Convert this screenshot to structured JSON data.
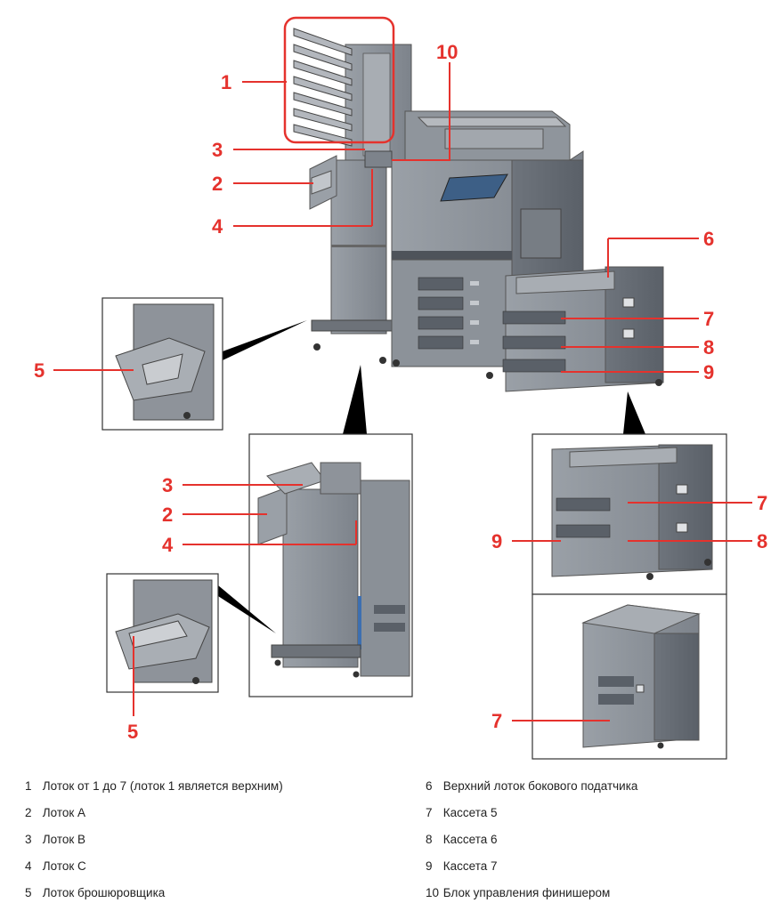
{
  "callouts": {
    "main": [
      "1",
      "2",
      "3",
      "4",
      "10",
      "6",
      "7",
      "8",
      "9",
      "5"
    ],
    "finisher_detail": [
      "3",
      "2",
      "4",
      "5"
    ],
    "feeder_detail": [
      "7",
      "8",
      "9",
      "7"
    ]
  },
  "legend": {
    "left": [
      {
        "num": "1",
        "text": "Лоток от 1 до 7 (лоток 1 является верхним)"
      },
      {
        "num": "2",
        "text": "Лоток A"
      },
      {
        "num": "3",
        "text": "Лоток B"
      },
      {
        "num": "4",
        "text": "Лоток C"
      },
      {
        "num": "5",
        "text": "Лоток брошюровщика"
      }
    ],
    "right": [
      {
        "num": "6",
        "text": "Верхний лоток бокового податчика"
      },
      {
        "num": "7",
        "text": "Кассета 5"
      },
      {
        "num": "8",
        "text": "Кассета 6"
      },
      {
        "num": "9",
        "text": "Кассета 7"
      },
      {
        "num": "10",
        "text": "Блок управления финишером"
      }
    ]
  },
  "colors": {
    "callout": "#e5322d",
    "body": "#8e939a",
    "dark": "#5b6068",
    "light": "#c5c9ce",
    "screen": "#3d5f86"
  }
}
